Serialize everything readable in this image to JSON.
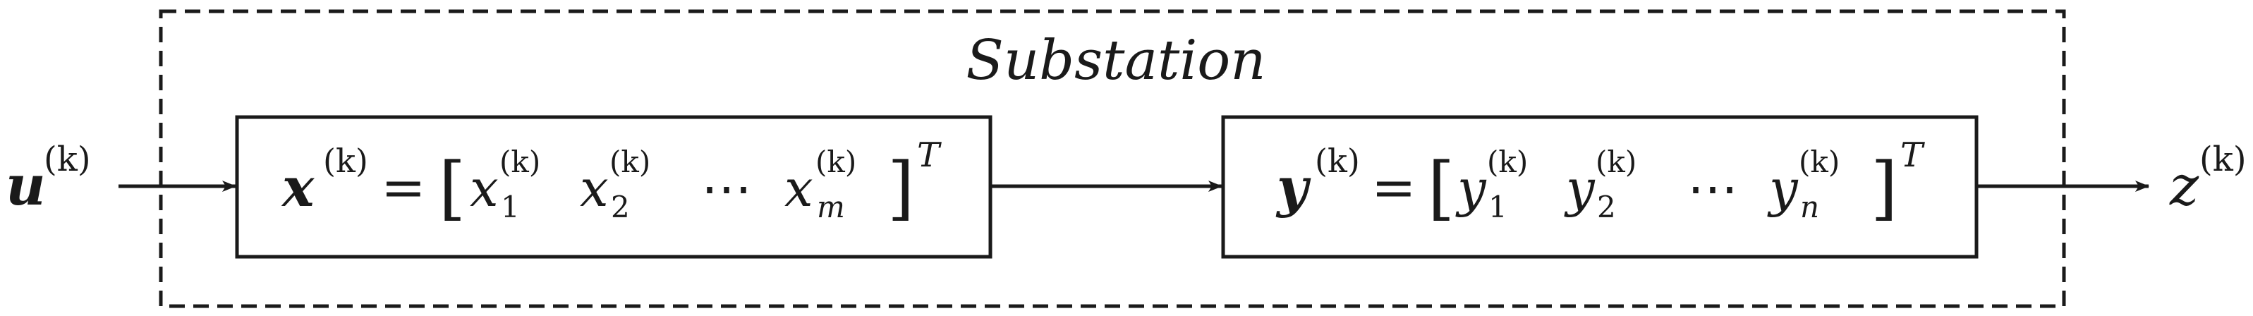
{
  "substation_label": "Substation",
  "input_signal": {
    "symbol": "u",
    "superscript": "(k)"
  },
  "output_signal": {
    "symbol": "z",
    "superscript": "(k)"
  },
  "block_x": {
    "vector": "x",
    "superscript": "(k)",
    "equals": "=",
    "elements": [
      {
        "symbol": "x",
        "subscript": "1",
        "superscript": "(k)"
      },
      {
        "symbol": "x",
        "subscript": "2",
        "superscript": "(k)"
      },
      {
        "symbol": "x",
        "subscript": "m",
        "superscript": "(k)"
      }
    ],
    "ellipsis": "⋯",
    "open_bracket": "[",
    "close_bracket": "]",
    "transpose": "T"
  },
  "block_y": {
    "vector": "y",
    "superscript": "(k)",
    "equals": "=",
    "elements": [
      {
        "symbol": "y",
        "subscript": "1",
        "superscript": "(k)"
      },
      {
        "symbol": "y",
        "subscript": "2",
        "superscript": "(k)"
      },
      {
        "symbol": "y",
        "subscript": "n",
        "superscript": "(k)"
      }
    ],
    "ellipsis": "⋯",
    "open_bracket": "[",
    "close_bracket": "]",
    "transpose": "T"
  },
  "colors": {
    "stroke": "#1a1a1a",
    "background": "#ffffff"
  }
}
